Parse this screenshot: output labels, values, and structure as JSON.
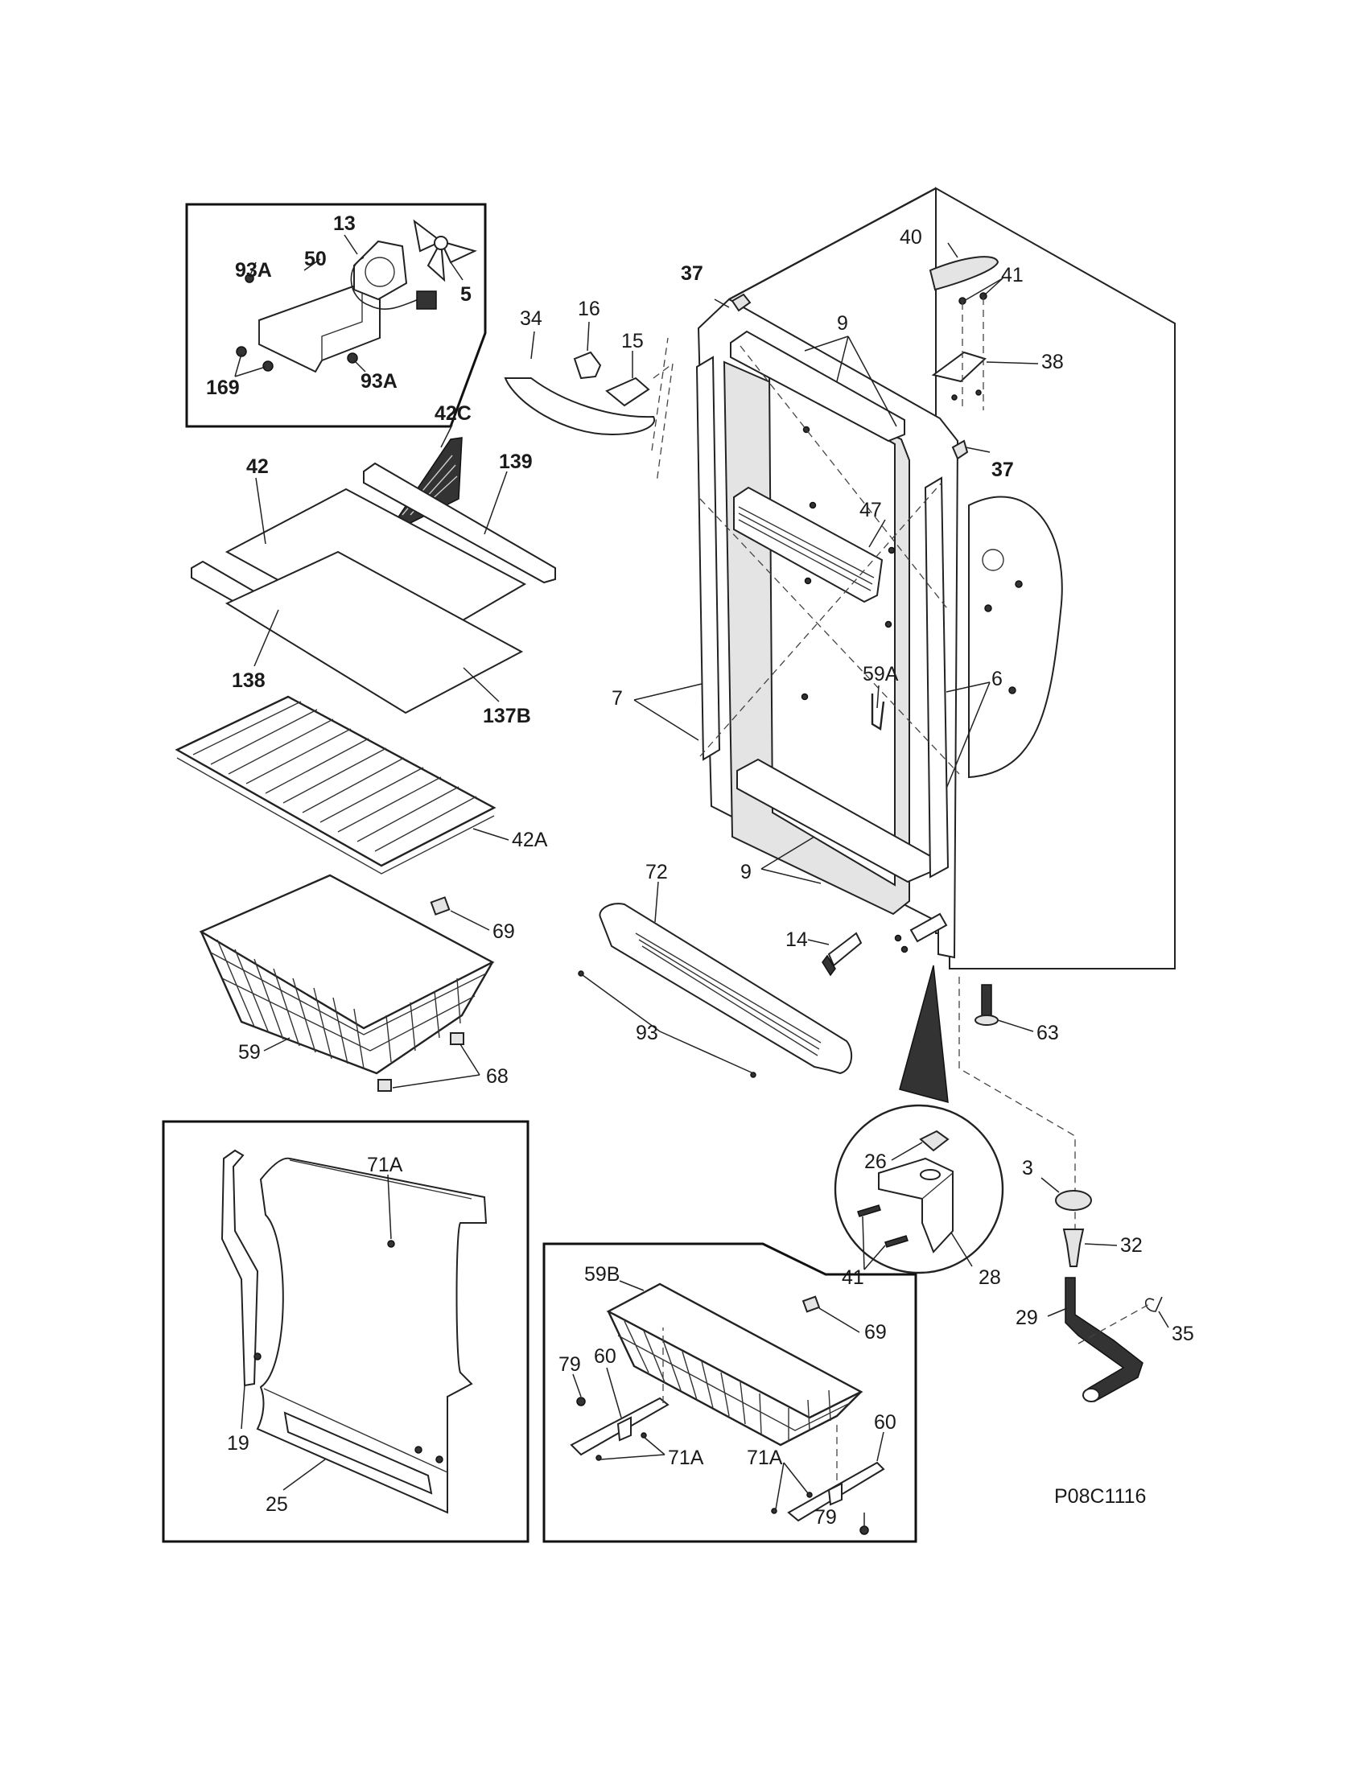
{
  "diagram_code": "P08C1116",
  "callouts": {
    "c13": "13",
    "c50": "50",
    "c93A_top": "93A",
    "c5": "5",
    "c169": "169",
    "c93A_bottom": "93A",
    "c37_top": "37",
    "c37_right": "37",
    "c40": "40",
    "c41_top": "41",
    "c38": "38",
    "c34": "34",
    "c16": "16",
    "c15": "15",
    "c9_top": "9",
    "c9_bottom": "9",
    "c47": "47",
    "c59A": "59A",
    "c7": "7",
    "c6": "6",
    "c42C": "42C",
    "c42": "42",
    "c139": "139",
    "c138": "138",
    "c137B": "137B",
    "c42A": "42A",
    "c69_left": "69",
    "c59": "59",
    "c68": "68",
    "c72": "72",
    "c14": "14",
    "c93": "93",
    "c63": "63",
    "c26": "26",
    "c41_detail": "41",
    "c28": "28",
    "c3": "3",
    "c32": "32",
    "c29": "29",
    "c35": "35",
    "c71A_left": "71A",
    "c19": "19",
    "c25": "25",
    "c59B": "59B",
    "c69_right": "69",
    "c79_top": "79",
    "c60_left": "60",
    "c71A_mid": "71A",
    "c60_right": "60",
    "c71A_right": "71A",
    "c79_bottom": "79"
  }
}
